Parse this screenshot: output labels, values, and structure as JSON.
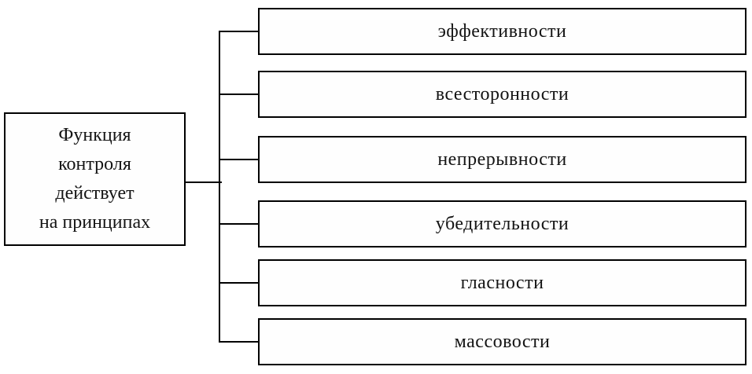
{
  "diagram": {
    "title": "Функция контроля действует на принципах",
    "root": {
      "label": "Функция\nконтроля\nдействует\nна принципах"
    },
    "principles": [
      "эффективности",
      "всесторонности",
      "непрерывности",
      "убедительности",
      "гласности",
      "массовости"
    ],
    "colors": {
      "line": "#000000",
      "text": "#141414",
      "background": "#ffffff",
      "box_background": "#fefefe"
    }
  }
}
